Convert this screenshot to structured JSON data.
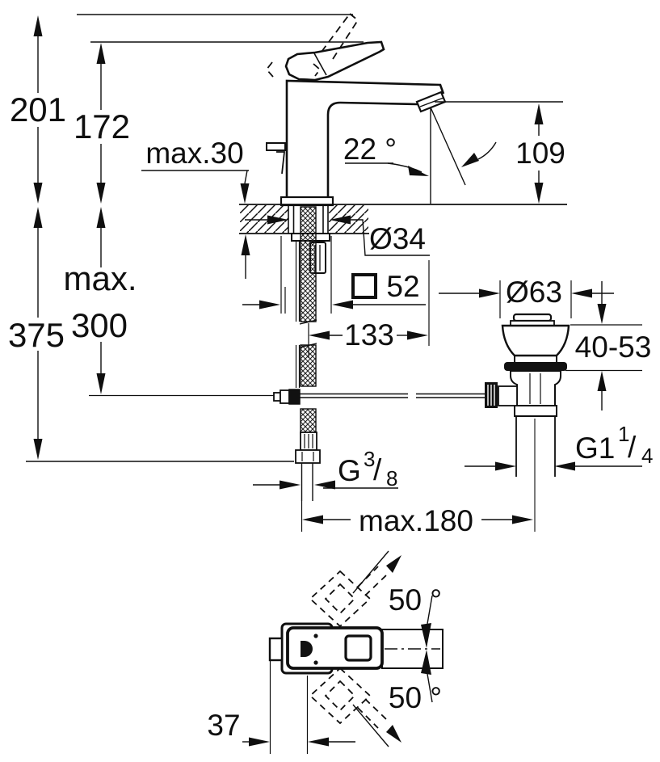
{
  "colors": {
    "ink": "#0f0f0f",
    "background": "#ffffff"
  },
  "side_view": {
    "total_height": "201",
    "handle_height": "172",
    "deck_thickness": "max.30",
    "spout_angle": "22 °",
    "outlet_height": "109",
    "hole_diameter": "Ø34",
    "body_width": "52",
    "spout_reach": "133",
    "below_deck_total": "375",
    "rod_depth_label": "max.",
    "rod_depth_value": "300",
    "supply_thread": {
      "base": "G",
      "sup": "3",
      "slash": "/",
      "sub": "8"
    },
    "drain_offset": "max.180"
  },
  "drain": {
    "flange_diameter": "Ø63",
    "deck_range": "40-53",
    "thread": {
      "base": "G1",
      "sup": "1",
      "slash": "/",
      "sub": "4"
    }
  },
  "top_view": {
    "swivel_upper": "50 °",
    "swivel_lower": "50 °",
    "spout_offset": "37"
  }
}
